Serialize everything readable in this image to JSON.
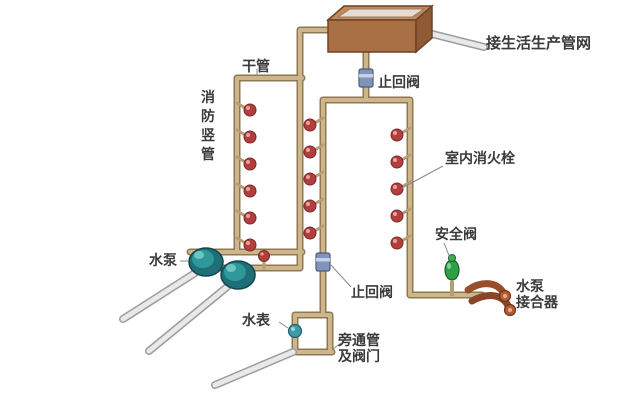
{
  "diagram": {
    "labels": {
      "domestic_network": "接生活生产管网",
      "main_pipe": "干管",
      "check_valve_top": "止回阀",
      "fire_riser": "消防竖管",
      "indoor_hydrant": "室内消火栓",
      "safety_valve": "安全阀",
      "water_pump": "水泵",
      "check_valve_mid": "止回阀",
      "water_meter": "水表",
      "bypass_line1": "旁通管",
      "bypass_line2": "及阀门",
      "pump_connector_line1": "水泵",
      "pump_connector_line2": "接合器"
    },
    "colors": {
      "pipe_tan": "#cdb58c",
      "pipe_outline": "#8d7852",
      "white_pipe": "#e9e9e9",
      "hydrant_red": "#b23f3d",
      "pump_teal": "#2f8f93",
      "valve_green": "#2f9e44",
      "fitting_blue": "#8093b8",
      "tank_brown": "#a96f45",
      "label_text": "#3a3a3a"
    }
  }
}
